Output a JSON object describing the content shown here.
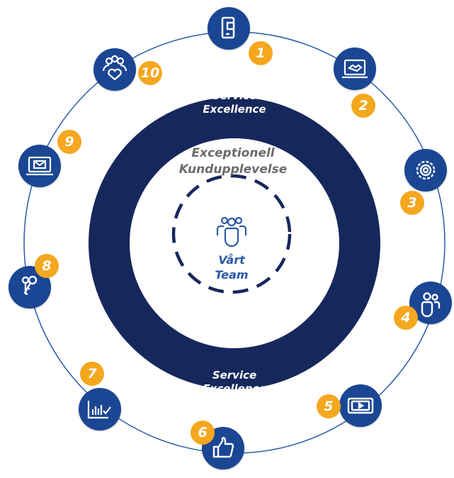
{
  "ring": {
    "top_line1": "Service",
    "top_line2": "Excellence",
    "bottom_line1": "Service",
    "bottom_line2": "Excellence"
  },
  "center": {
    "line1": "Exceptionell",
    "line2": "Kundupplevelse"
  },
  "team": {
    "line1": "Vårt",
    "line2": "Team",
    "icon": "team-icon"
  },
  "colors": {
    "navy": "#16275c",
    "node_blue": "#1a4693",
    "badge_orange": "#f5a71e",
    "dashes": "#16275c",
    "outer_circle": "#2b5aa6"
  },
  "steps": [
    {
      "number": "1",
      "icon": "mobile-icon"
    },
    {
      "number": "2",
      "icon": "laptop-handshake-icon"
    },
    {
      "number": "3",
      "icon": "gear-icon"
    },
    {
      "number": "4",
      "icon": "users-icon"
    },
    {
      "number": "5",
      "icon": "video-play-icon"
    },
    {
      "number": "6",
      "icon": "thumbs-up-icon"
    },
    {
      "number": "7",
      "icon": "report-check-icon"
    },
    {
      "number": "8",
      "icon": "keys-icon"
    },
    {
      "number": "9",
      "icon": "laptop-mail-icon"
    },
    {
      "number": "10",
      "icon": "community-heart-icon"
    }
  ]
}
